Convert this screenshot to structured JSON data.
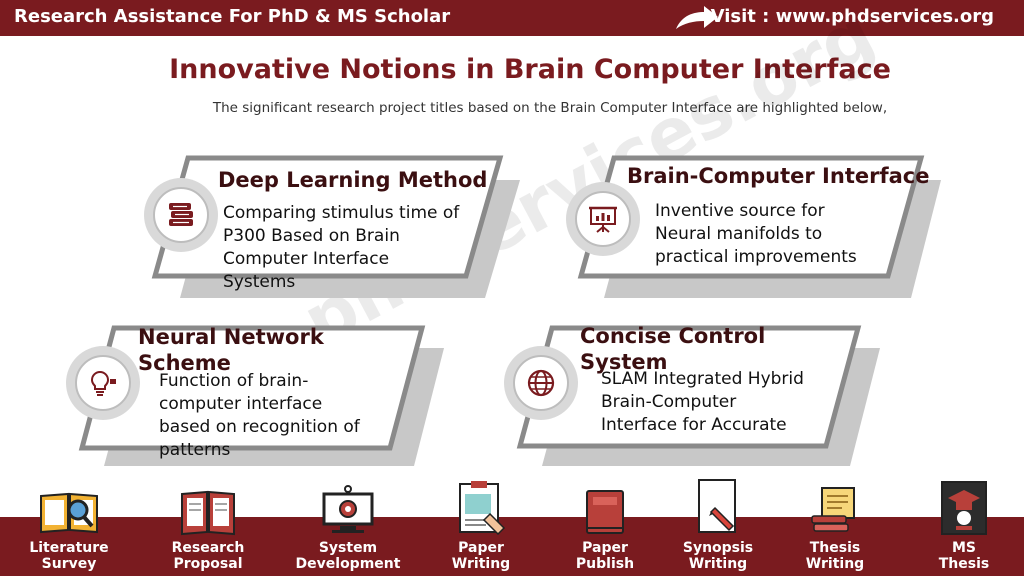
{
  "header": {
    "left_text": "Research Assistance For PhD & MS Scholar",
    "right_text": "Visit : www.phdservices.org"
  },
  "page": {
    "title": "Innovative Notions in Brain Computer Interface",
    "subtitle": "The significant research project titles based on the Brain Computer Interface are highlighted below,"
  },
  "watermark": "phdservices.org",
  "cards": [
    {
      "heading": "Deep Learning Method",
      "lines": [
        "Comparing stimulus time of",
        "P300 Based on Brain",
        "Computer Interface",
        "Systems"
      ],
      "icon": "books-icon"
    },
    {
      "heading": "Brain-Computer Interface",
      "lines": [
        "Inventive source for",
        "Neural manifolds to",
        "practical improvements"
      ],
      "icon": "presentation-board-icon"
    },
    {
      "heading_lines": [
        "Neural Network",
        "Scheme"
      ],
      "lines": [
        "Function of brain-",
        "computer interface",
        "based on recognition of",
        "patterns"
      ],
      "icon": "lightbulb-idea-icon"
    },
    {
      "heading_lines": [
        "Concise Control",
        "System"
      ],
      "lines": [
        "SLAM Integrated Hybrid",
        "Brain-Computer",
        "Interface for Accurate"
      ],
      "icon": "globe-icon"
    }
  ],
  "services": [
    {
      "line1": "Literature",
      "line2": "Survey"
    },
    {
      "line1": "Research",
      "line2": "Proposal"
    },
    {
      "line1": "System",
      "line2": "Development"
    },
    {
      "line1": "Paper",
      "line2": "Writing"
    },
    {
      "line1": "Paper",
      "line2": "Publish"
    },
    {
      "line1": "Synopsis",
      "line2": "Writing"
    },
    {
      "line1": "Thesis",
      "line2": "Writing"
    },
    {
      "line1": "MS",
      "line2": "Thesis"
    }
  ],
  "colors": {
    "brand": "#7a1b1f",
    "card_border": "#8a8a8a",
    "card_shadow": "#c8c8c8"
  }
}
